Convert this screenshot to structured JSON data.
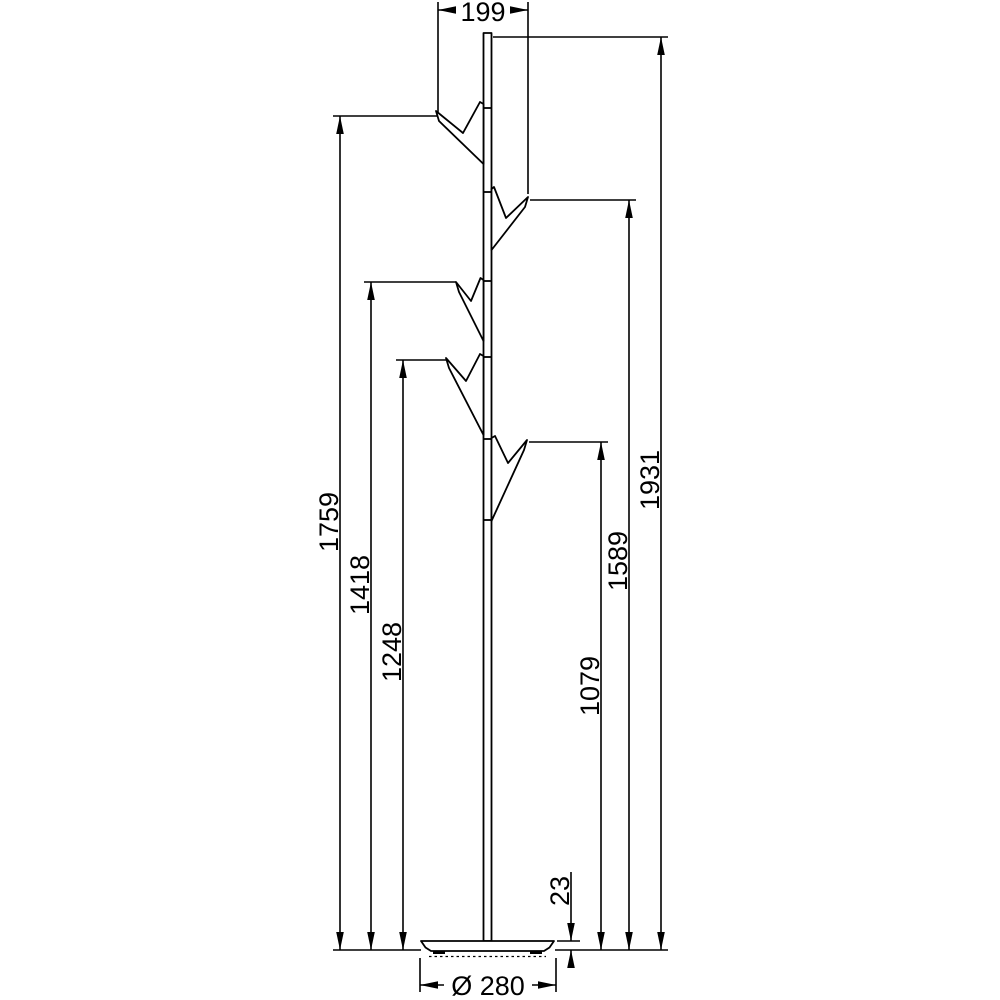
{
  "drawing": {
    "dimensions": {
      "hook_span_width": "199",
      "total_height": "1931",
      "hook1_height": "1759",
      "hook2_height": "1589",
      "hook3_height": "1418",
      "hook4_height": "1248",
      "hook5_height": "1079",
      "base_plate_height": "23",
      "base_diameter": "Ø 280"
    }
  }
}
